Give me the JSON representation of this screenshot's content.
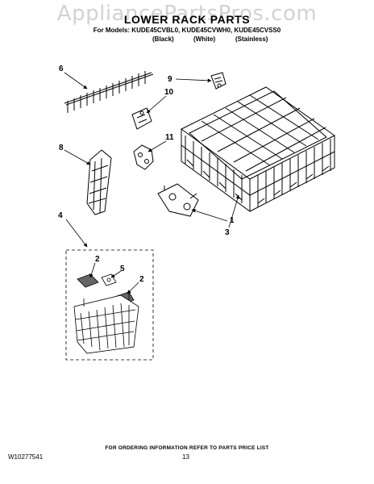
{
  "watermark": "AppliancePartsPros.com",
  "title": "LOWER RACK PARTS",
  "models_line": "For Models: KUDE45CVBL0, KUDE45CVWH0, KUDE45CVSS0",
  "colors": [
    "(Black)",
    "(White)",
    "(Stainless)"
  ],
  "callouts": [
    "6",
    "9",
    "10",
    "8",
    "11",
    "1",
    "3",
    "4",
    "2",
    "5",
    "2"
  ],
  "footer": {
    "note": "FOR ORDERING INFORMATION REFER TO PARTS PRICE LIST",
    "doc_number": "W10277541",
    "page_number": "13"
  }
}
